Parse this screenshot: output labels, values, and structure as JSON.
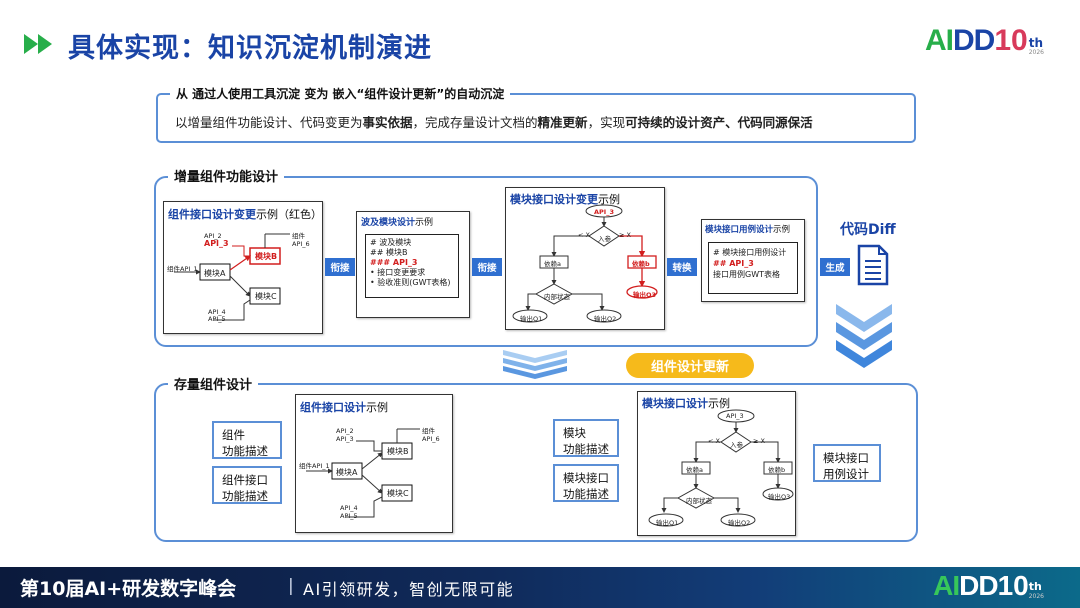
{
  "header": {
    "title": "具体实现：知识沉淀机制演进",
    "logo": {
      "ai": "AI",
      "dd": "DD",
      "num": "10",
      "sup": "th",
      "year": "2026"
    }
  },
  "summary": {
    "label": "从 通过人使用工具沉淀 变为 嵌入“组件设计更新”的自动沉淀",
    "text_parts": [
      {
        "t": "以增量组件功能设计、代码变更为",
        "b": false
      },
      {
        "t": "事实依据",
        "b": true
      },
      {
        "t": "，完成存量设计文档的",
        "b": false
      },
      {
        "t": "精准更新",
        "b": true
      },
      {
        "t": "，实现",
        "b": false
      },
      {
        "t": "可持续的设计资产、代码同源保活",
        "b": true
      }
    ]
  },
  "incremental": {
    "label": "增量组件功能设计",
    "card1": {
      "title_bold": "组件接口设计变更",
      "title_plain": "示例（红色）",
      "labels": {
        "api2": "API_2",
        "api3": "API_3",
        "api1": "组件API_1",
        "api6": "组件API_6",
        "api4": "API_4",
        "api5": "API_5",
        "moduleA": "模块A",
        "moduleB": "模块B",
        "moduleC": "模块C"
      }
    },
    "arrow1": "衔接",
    "card2": {
      "title_bold": "波及模块设计",
      "title_plain": "示例",
      "lines": [
        "# 波及模块",
        "## 模块B",
        "### API_3",
        "• 接口变更要求",
        "• 验收准则(GWT表格)"
      ]
    },
    "arrow2": "衔接",
    "card3": {
      "title_bold": "模块接口设计变更",
      "title_plain": "示例",
      "labels": {
        "api3": "API_3",
        "ltx": "< X",
        "gex": "≥ X",
        "input": "入参",
        "depA": "依赖a",
        "depB": "依赖b",
        "state": "内部状态",
        "out1": "输出O1",
        "out2": "输出O2",
        "out3": "输出O3"
      }
    },
    "arrow3": "转换",
    "card4": {
      "title_bold": "模块接口用例设计",
      "title_plain": "示例",
      "lines": [
        "# 模块接口用例设计",
        "## API_3",
        "接口用例GWT表格"
      ]
    },
    "arrow4": "生成",
    "diff_label": "代码Diff"
  },
  "update_pill": "组件设计更新",
  "stock": {
    "label": "存量组件设计",
    "left_boxes": [
      "组件\n功能描述",
      "组件接口\n功能描述"
    ],
    "card1": {
      "title_bold": "组件接口设计",
      "title_plain": "示例",
      "labels": {
        "api2": "API_2",
        "api3": "API_3",
        "api1": "组件API_1",
        "api6": "组件API_6",
        "api4": "API_4",
        "api5": "API_5",
        "moduleA": "模块A",
        "moduleB": "模块B",
        "moduleC": "模块C"
      }
    },
    "mid_boxes": [
      "模块\n功能描述",
      "模块接口\n功能描述"
    ],
    "card2": {
      "title_bold": "模块接口设计",
      "title_plain": "示例",
      "labels": {
        "api3": "API_3",
        "ltx": "< X",
        "gex": "≥ X",
        "input": "入参",
        "depA": "依赖a",
        "depB": "依赖b",
        "state": "内部状态",
        "out1": "输出O1",
        "out2": "输出O2",
        "out3": "输出O3"
      }
    },
    "right_box": "模块接口\n用例设计"
  },
  "footer": {
    "title_a": "第10届",
    "title_ai": "AI+",
    "title_b": "研发数字峰会",
    "sep": "|",
    "slogan": "AI引领研发，智创无限可能"
  },
  "colors": {
    "brand_blue": "#1a44a6",
    "accent_blue": "#2f6fd0",
    "green": "#27ae4a",
    "red": "#d21e1e",
    "pill": "#f6ba1b"
  }
}
